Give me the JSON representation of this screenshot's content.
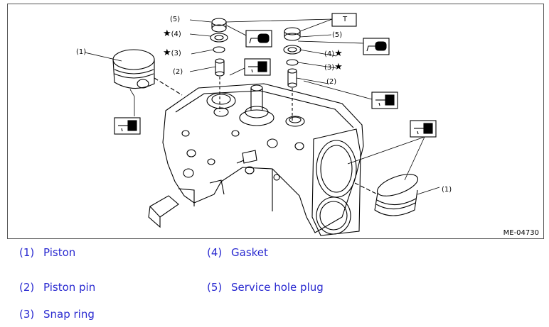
{
  "figure": {
    "reference": "ME-04730",
    "tool_label": "T",
    "callouts": {
      "c1_left": "(1)",
      "c1_right": "(1)",
      "c2_left": "(2)",
      "c2_right": "(2)",
      "c3_left": "(3)",
      "c3_right": "(3)",
      "c4_left": "(4)",
      "c4_right": "(4)",
      "c5_left": "(5)",
      "c5_right": "(5)"
    }
  },
  "legend": [
    {
      "num": "(1)",
      "label": "Piston"
    },
    {
      "num": "(2)",
      "label": "Piston pin"
    },
    {
      "num": "(3)",
      "label": "Snap ring"
    },
    {
      "num": "(4)",
      "label": "Gasket"
    },
    {
      "num": "(5)",
      "label": "Service hole plug"
    }
  ]
}
